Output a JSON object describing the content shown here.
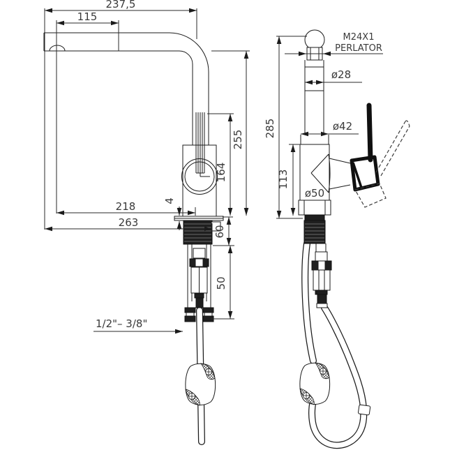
{
  "drawing": {
    "kind": "technical-dimension-drawing",
    "subject": "Kitchen mixer tap with high L-shaped spout and pull-out hose with counterweight, two orthographic views",
    "background": "#ffffff",
    "line_color": "#1b1b1b",
    "text_color": "#3a3a3a"
  },
  "labels": {
    "thread": "M24X1",
    "aerator": "PERLATOR",
    "connection": "1/2\"– 3/8\""
  },
  "dimensions_mm": {
    "spout_reach_total": "237,5",
    "aerator_offset": "115",
    "spout_height": "255",
    "hose_outlet_height": "164",
    "base_plate_thickness": "4",
    "reach_to_axis": "218",
    "overall_depth": "263",
    "shank_length": "60",
    "fitting_length": "50",
    "overall_height": "285",
    "body_height": "113",
    "spout_tube_diameter": "ø28",
    "body_diameter": "ø42",
    "base_diameter": "ø50"
  }
}
